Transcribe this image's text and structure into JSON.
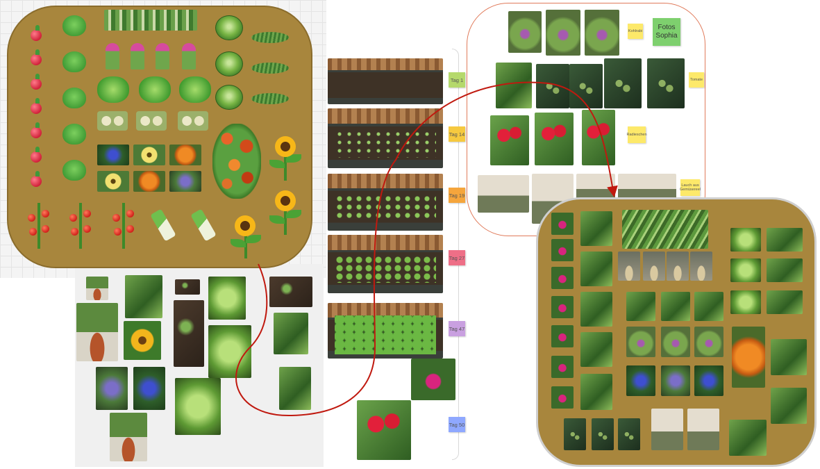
{
  "board": {
    "title_note": "Fotos Sophia"
  },
  "timeline": {
    "tags": [
      {
        "label": "Tag 1",
        "color": "#b5d96c"
      },
      {
        "label": "Tag 14",
        "color": "#f6c93f"
      },
      {
        "label": "Tag 19",
        "color": "#f5a53c"
      },
      {
        "label": "Tag 27",
        "color": "#ee6f87"
      },
      {
        "label": "Tag 47",
        "color": "#c9a0e0"
      },
      {
        "label": "Tag 50",
        "color": "#8fa8ff"
      }
    ]
  },
  "photo_frame": {
    "notes": [
      "Kohlrabi",
      "Tomate",
      "Radieschen",
      "Lauch aus Gemüsereel"
    ]
  },
  "colors": {
    "bed": "#a8863d",
    "arrow": "#c0190f",
    "frame_outline": "#e07a5a",
    "note_green": "#7ed06e",
    "note_yellow": "#fde96a"
  }
}
